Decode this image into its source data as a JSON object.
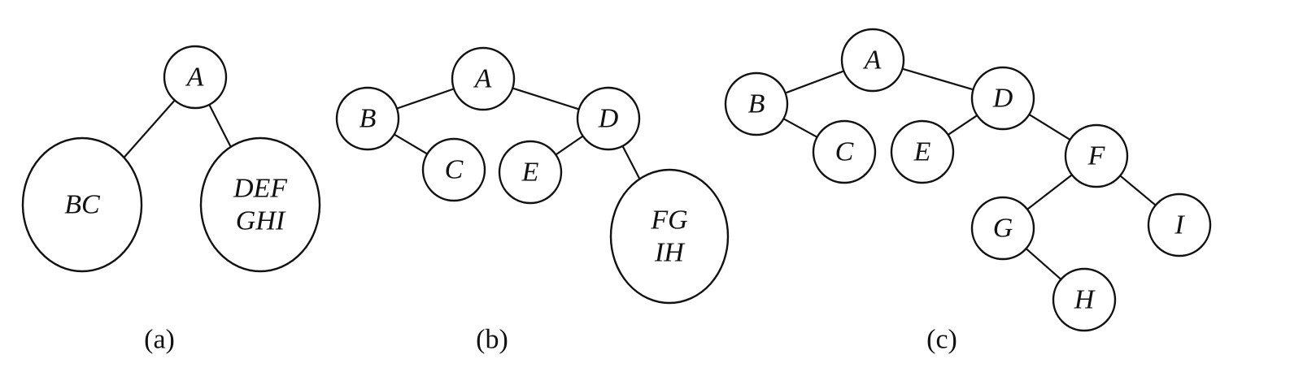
{
  "panels": [
    {
      "id": "a",
      "caption": "(a)",
      "nodes": [
        {
          "id": "A",
          "lines": [
            "A"
          ]
        },
        {
          "id": "BC",
          "lines": [
            "BC"
          ]
        },
        {
          "id": "DEFGHI",
          "lines": [
            "DEF",
            "GHI"
          ]
        }
      ],
      "edges": [
        [
          "A",
          "BC"
        ],
        [
          "A",
          "DEFGHI"
        ]
      ]
    },
    {
      "id": "b",
      "caption": "(b)",
      "nodes": [
        {
          "id": "A",
          "lines": [
            "A"
          ]
        },
        {
          "id": "B",
          "lines": [
            "B"
          ]
        },
        {
          "id": "C",
          "lines": [
            "C"
          ]
        },
        {
          "id": "D",
          "lines": [
            "D"
          ]
        },
        {
          "id": "E",
          "lines": [
            "E"
          ]
        },
        {
          "id": "FGIH",
          "lines": [
            "FG",
            "IH"
          ]
        }
      ],
      "edges": [
        [
          "A",
          "B"
        ],
        [
          "B",
          "C"
        ],
        [
          "A",
          "D"
        ],
        [
          "D",
          "E"
        ],
        [
          "D",
          "FGIH"
        ]
      ]
    },
    {
      "id": "c",
      "caption": "(c)",
      "nodes": [
        {
          "id": "A",
          "lines": [
            "A"
          ]
        },
        {
          "id": "B",
          "lines": [
            "B"
          ]
        },
        {
          "id": "C",
          "lines": [
            "C"
          ]
        },
        {
          "id": "D",
          "lines": [
            "D"
          ]
        },
        {
          "id": "E",
          "lines": [
            "E"
          ]
        },
        {
          "id": "F",
          "lines": [
            "F"
          ]
        },
        {
          "id": "G",
          "lines": [
            "G"
          ]
        },
        {
          "id": "H",
          "lines": [
            "H"
          ]
        },
        {
          "id": "I",
          "lines": [
            "I"
          ]
        }
      ],
      "edges": [
        [
          "A",
          "B"
        ],
        [
          "B",
          "C"
        ],
        [
          "A",
          "D"
        ],
        [
          "D",
          "E"
        ],
        [
          "D",
          "F"
        ],
        [
          "F",
          "G"
        ],
        [
          "G",
          "H"
        ],
        [
          "F",
          "I"
        ]
      ]
    }
  ]
}
